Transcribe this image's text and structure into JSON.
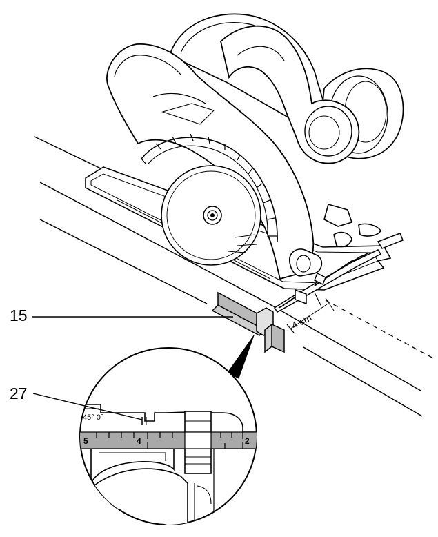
{
  "callouts": {
    "fence_number": "15",
    "indicator_number": "27"
  },
  "dimension": {
    "distance_label": "4 cm"
  },
  "detail": {
    "angle_marking": "45°  0°",
    "scale_numbers": [
      "5",
      "4",
      "2"
    ]
  },
  "colors": {
    "line": "#000000",
    "fence_grey": "#b9b9b9",
    "scale_grey": "#a9a9a9",
    "background": "#ffffff"
  }
}
